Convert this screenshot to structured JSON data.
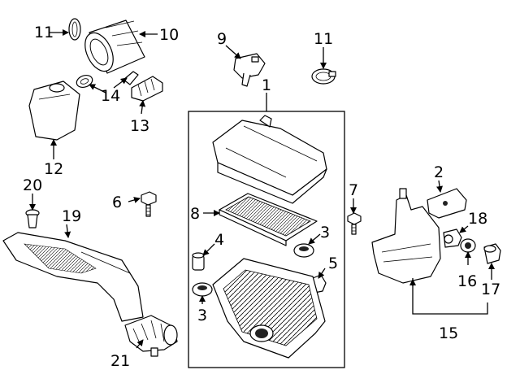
{
  "callouts": {
    "c1": "1",
    "c2": "2",
    "c3a": "3",
    "c3b": "3",
    "c4": "4",
    "c5": "5",
    "c6": "6",
    "c7": "7",
    "c8": "8",
    "c9": "9",
    "c10": "10",
    "c11a": "11",
    "c11b": "11",
    "c12": "12",
    "c13": "13",
    "c14": "14",
    "c15": "15",
    "c16": "16",
    "c17": "17",
    "c18": "18",
    "c19": "19",
    "c20": "20",
    "c21": "21"
  },
  "colors": {
    "line": "#000000",
    "background": "#ffffff"
  }
}
